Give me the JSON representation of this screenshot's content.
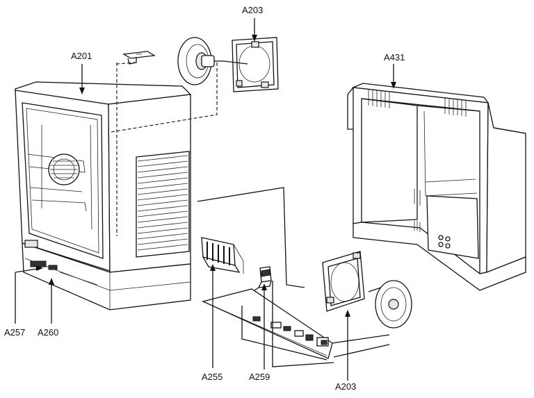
{
  "labels": {
    "a201": "A201",
    "a203_top": "A203",
    "a431": "A431",
    "a257": "A257",
    "a260": "A260",
    "a255": "A255",
    "a259": "A259",
    "a203_bottom": "A203"
  }
}
